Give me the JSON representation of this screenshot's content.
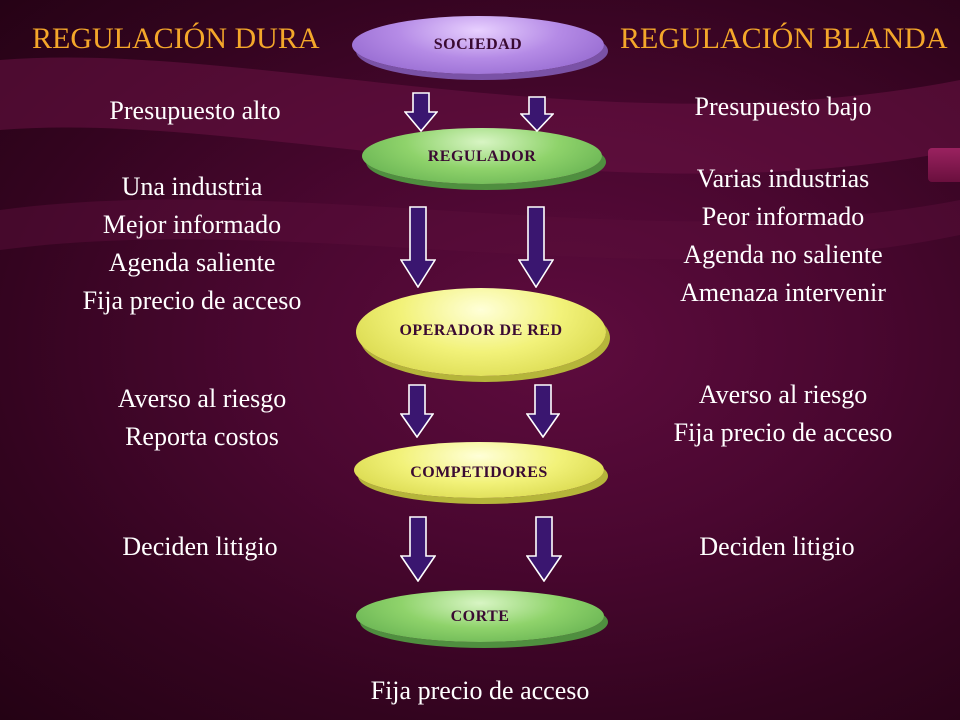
{
  "titles": {
    "left": "REGULACIÓN DURA",
    "right": "REGULACIÓN BLANDA"
  },
  "nodes": {
    "sociedad": "SOCIEDAD",
    "regulador": "REGULADOR",
    "operador": "OPERADOR DE RED",
    "competidores": "COMPETIDORES",
    "corte": "CORTE"
  },
  "left": {
    "budget": "Presupuesto  alto",
    "regulator_traits": [
      "Una industria",
      "Mejor informado",
      "Agenda saliente",
      "Fija precio de acceso"
    ],
    "operator_traits": [
      "Averso al riesgo",
      "Reporta costos"
    ],
    "competitors_traits": [
      "Deciden litigio"
    ]
  },
  "right": {
    "budget": "Presupuesto  bajo",
    "regulator_traits": [
      "Varias industrias",
      "Peor informado",
      "Agenda no saliente",
      "Amenaza  intervenir"
    ],
    "operator_traits": [
      "Averso al riesgo",
      "Fija precio de acceso"
    ],
    "competitors_traits": [
      "Deciden litigio"
    ]
  },
  "court_note": "Fija precio de acceso",
  "colors": {
    "title": "#f4a72a",
    "text": "#ffffff",
    "arrow_fill": "#3a1670",
    "arrow_stroke": "#ffffff"
  }
}
